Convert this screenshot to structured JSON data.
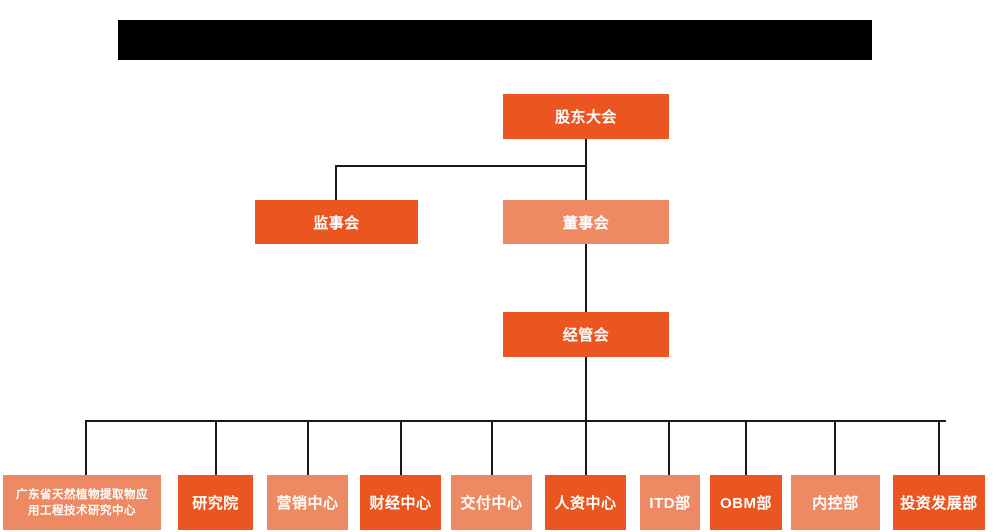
{
  "banner": {
    "name": "redacted-title-banner",
    "text": "",
    "color": "#000000"
  },
  "theme": {
    "background": "#ffffff",
    "accent_dark": "#ea5520",
    "accent_light": "#ee8a63",
    "line_color": "#1a1a1a",
    "text_color": "#ffffff"
  },
  "chart_data": {
    "type": "diagram",
    "diagram_type": "organizational-chart",
    "title": "",
    "levels": [
      {
        "level": 1,
        "nodes": [
          "股东大会"
        ]
      },
      {
        "level": 2,
        "nodes": [
          "监事会",
          "董事会"
        ]
      },
      {
        "level": 3,
        "nodes": [
          "经管会"
        ]
      },
      {
        "level": 4,
        "nodes": [
          "广东省天然植物提取物应用工程技术研究中心",
          "研究院",
          "营销中心",
          "财经中心",
          "交付中心",
          "人资中心",
          "ITD部",
          "OBM部",
          "内控部",
          "投资发展部"
        ]
      }
    ],
    "edges": [
      {
        "from": "股东大会",
        "to": "监事会"
      },
      {
        "from": "股东大会",
        "to": "董事会"
      },
      {
        "from": "董事会",
        "to": "经管会"
      },
      {
        "from": "经管会",
        "to": "广东省天然植物提取物应用工程技术研究中心"
      },
      {
        "from": "经管会",
        "to": "研究院"
      },
      {
        "from": "经管会",
        "to": "营销中心"
      },
      {
        "from": "经管会",
        "to": "财经中心"
      },
      {
        "from": "经管会",
        "to": "交付中心"
      },
      {
        "from": "经管会",
        "to": "人资中心"
      },
      {
        "from": "经管会",
        "to": "ITD部"
      },
      {
        "from": "经管会",
        "to": "OBM部"
      },
      {
        "from": "经管会",
        "to": "内控部"
      },
      {
        "from": "经管会",
        "to": "投资发展部"
      }
    ]
  },
  "nodes": {
    "shareholders_meeting": {
      "label": "股东大会",
      "fill": "#ea5520"
    },
    "board_of_supervisors": {
      "label": "监事会",
      "fill": "#ea5520"
    },
    "board_of_directors": {
      "label": "董事会",
      "fill": "#ee8a63"
    },
    "management_committee": {
      "label": "经管会",
      "fill": "#ea5520"
    },
    "leaves": [
      {
        "label_line1": "广东省天然植物提取物应",
        "label_line2": "用工程技术研究中心",
        "fill": "#ee8a63"
      },
      {
        "label": "研究院",
        "fill": "#ea5520"
      },
      {
        "label": "营销中心",
        "fill": "#ee8a63"
      },
      {
        "label": "财经中心",
        "fill": "#ea5520"
      },
      {
        "label": "交付中心",
        "fill": "#ee8a63"
      },
      {
        "label": "人资中心",
        "fill": "#ea5520"
      },
      {
        "label": "ITD部",
        "fill": "#ee8a63"
      },
      {
        "label": "OBM部",
        "fill": "#ea5520"
      },
      {
        "label": "内控部",
        "fill": "#ee8a63"
      },
      {
        "label": "投资发展部",
        "fill": "#ea5520"
      }
    ]
  }
}
